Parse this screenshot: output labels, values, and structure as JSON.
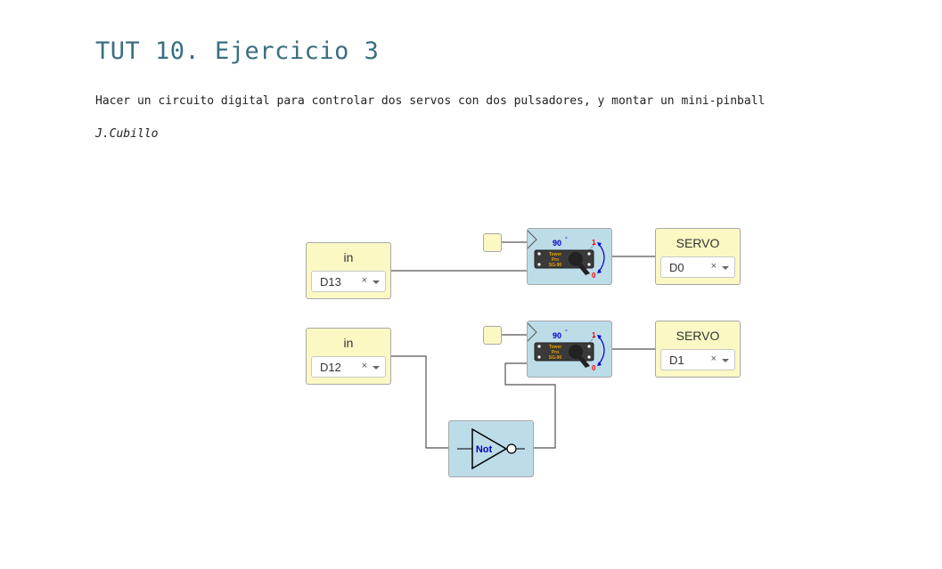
{
  "page": {
    "title": "TUT 10. Ejercicio 3",
    "description": "Hacer un circuito digital para controlar dos servos con dos pulsadores, y montar un mini-pinball",
    "author": "J.Cubillo"
  },
  "circuit": {
    "inputs": [
      {
        "label": "in",
        "pin": "D13"
      },
      {
        "label": "in",
        "pin": "D12"
      }
    ],
    "servos": [
      {
        "label": "SERVO",
        "pin": "D0"
      },
      {
        "label": "SERVO",
        "pin": "D1"
      }
    ],
    "servo_logic": [
      {
        "angle": "90",
        "degree_symbol": "°",
        "high": "1",
        "low": "0",
        "brand": [
          "Tower",
          "Pro",
          "SG-90"
        ]
      },
      {
        "angle": "90",
        "degree_symbol": "°",
        "high": "1",
        "low": "0",
        "brand": [
          "Tower",
          "Pro",
          "SG-90"
        ]
      }
    ],
    "not_gate": {
      "label": "Not"
    },
    "clear_symbol": "×",
    "colors": {
      "title": "#3b6e82",
      "yellow_block": "#fbf8c4",
      "blue_block": "#bcdce8",
      "angle_text": "#0000cc",
      "high_low_text": "#ff0000",
      "brand_text": "#e8a000"
    }
  }
}
